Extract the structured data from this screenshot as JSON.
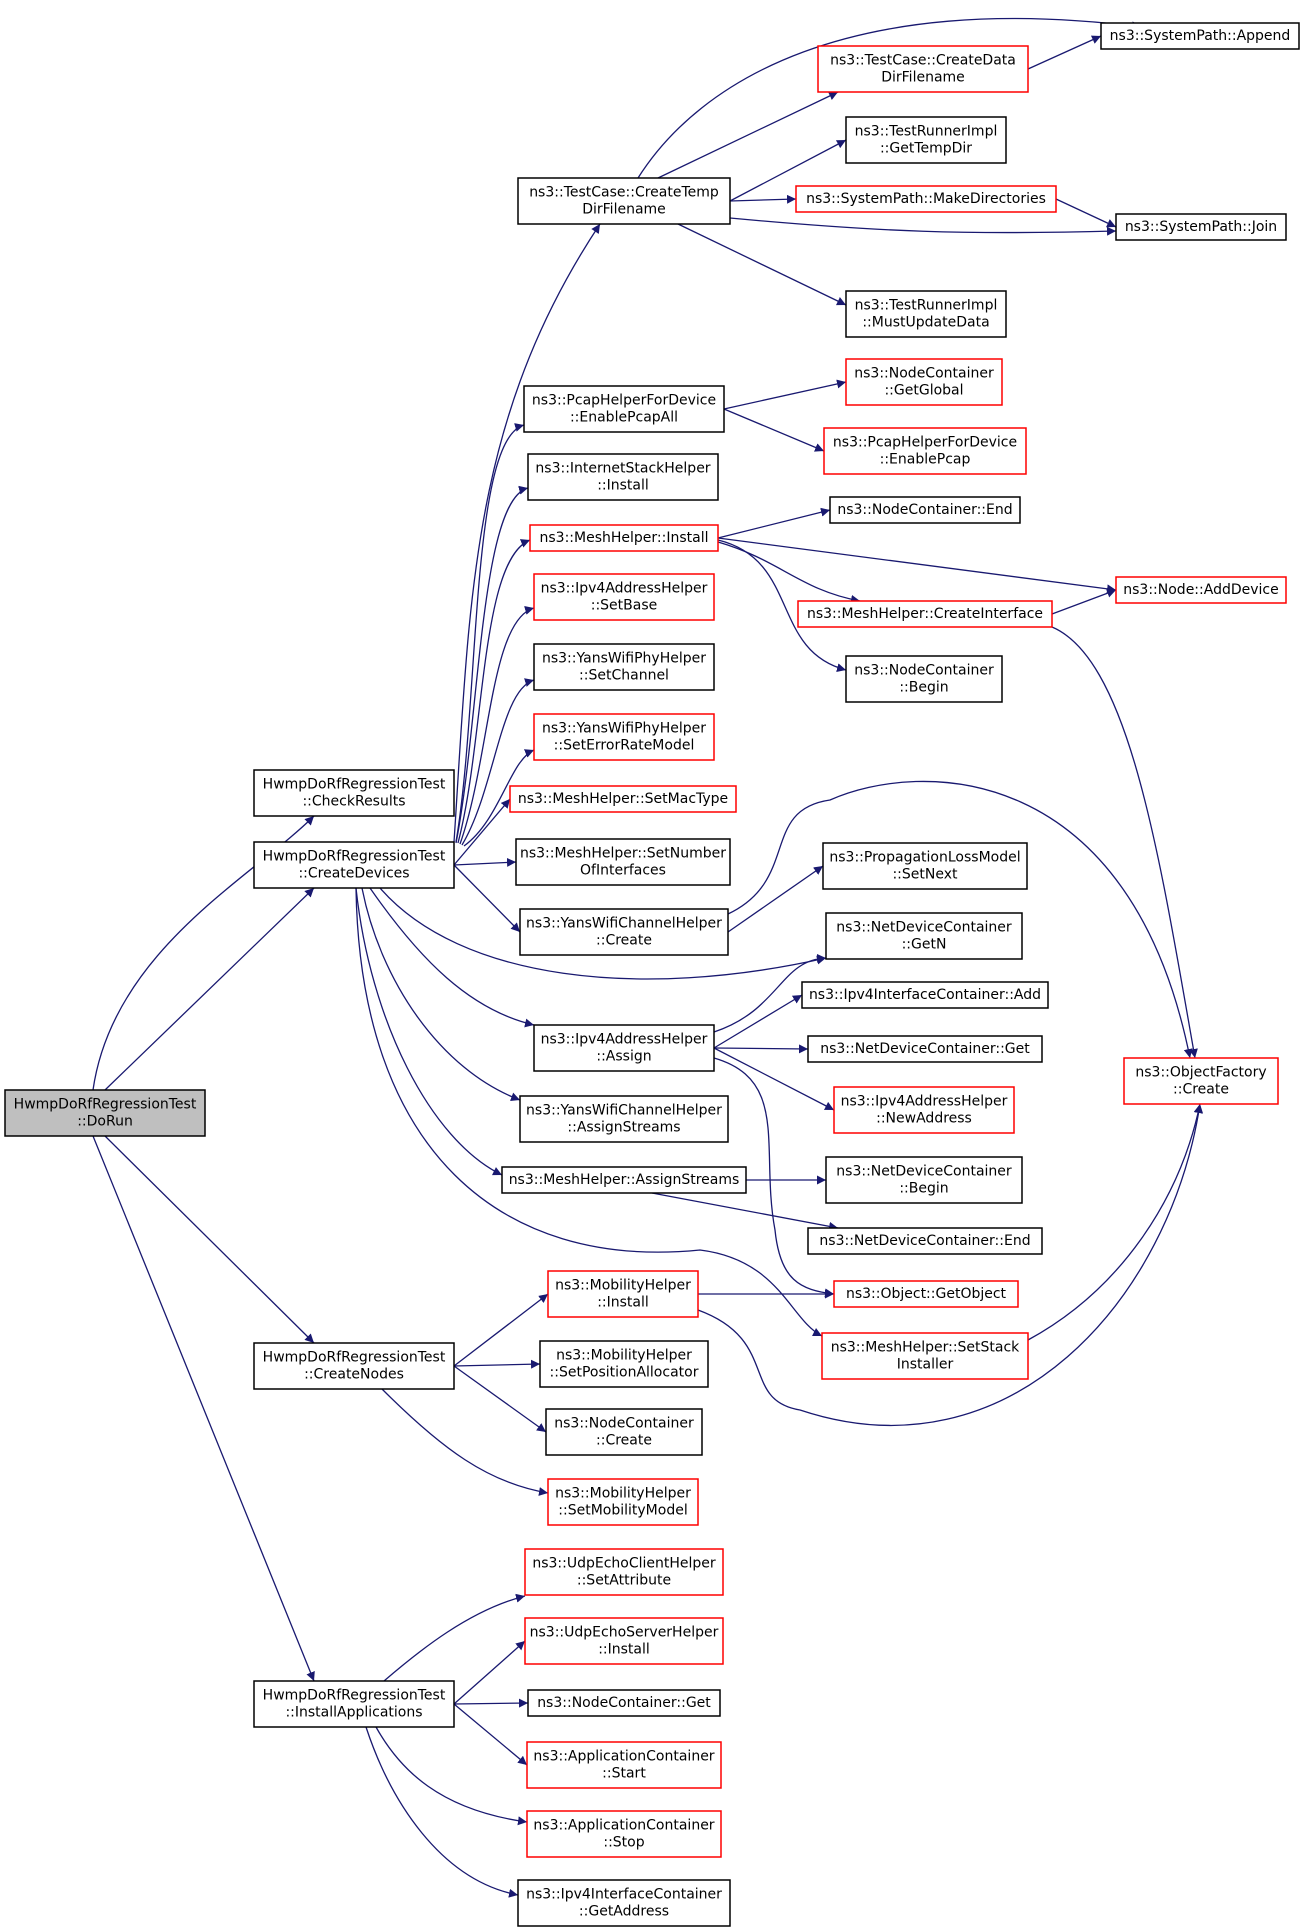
{
  "colors": {
    "edge": "#191970",
    "node_border": "#000000",
    "external_border": "#ff0000",
    "root_fill": "#bfbfbf"
  },
  "nodes": [
    {
      "id": "dorun",
      "lines": [
        "HwmpDoRfRegressionTest",
        "::DoRun"
      ],
      "style": "root"
    },
    {
      "id": "checkresults",
      "lines": [
        "HwmpDoRfRegressionTest",
        "::CheckResults"
      ],
      "style": "black"
    },
    {
      "id": "createdevices",
      "lines": [
        "HwmpDoRfRegressionTest",
        "::CreateDevices"
      ],
      "style": "black"
    },
    {
      "id": "createnodes",
      "lines": [
        "HwmpDoRfRegressionTest",
        "::CreateNodes"
      ],
      "style": "black"
    },
    {
      "id": "installapps",
      "lines": [
        "HwmpDoRfRegressionTest",
        "::InstallApplications"
      ],
      "style": "black"
    },
    {
      "id": "createtempdir",
      "lines": [
        "ns3::TestCase::CreateTemp",
        "DirFilename"
      ],
      "style": "black"
    },
    {
      "id": "enablepcapall",
      "lines": [
        "ns3::PcapHelperForDevice",
        "::EnablePcapAll"
      ],
      "style": "black"
    },
    {
      "id": "inetinstall",
      "lines": [
        "ns3::InternetStackHelper",
        "::Install"
      ],
      "style": "black"
    },
    {
      "id": "meshinstall",
      "lines": [
        "ns3::MeshHelper::Install"
      ],
      "style": "red"
    },
    {
      "id": "setbase",
      "lines": [
        "ns3::Ipv4AddressHelper",
        "::SetBase"
      ],
      "style": "red"
    },
    {
      "id": "setchannel",
      "lines": [
        "ns3::YansWifiPhyHelper",
        "::SetChannel"
      ],
      "style": "black"
    },
    {
      "id": "seterrorrate",
      "lines": [
        "ns3::YansWifiPhyHelper",
        "::SetErrorRateModel"
      ],
      "style": "red"
    },
    {
      "id": "setmactype",
      "lines": [
        "ns3::MeshHelper::SetMacType"
      ],
      "style": "red"
    },
    {
      "id": "setnumberof",
      "lines": [
        "ns3::MeshHelper::SetNumber",
        "OfInterfaces"
      ],
      "style": "black"
    },
    {
      "id": "ywchcreate",
      "lines": [
        "ns3::YansWifiChannelHelper",
        "::Create"
      ],
      "style": "black"
    },
    {
      "id": "ipv4assign",
      "lines": [
        "ns3::Ipv4AddressHelper",
        "::Assign"
      ],
      "style": "black"
    },
    {
      "id": "ywchassign",
      "lines": [
        "ns3::YansWifiChannelHelper",
        "::AssignStreams"
      ],
      "style": "black"
    },
    {
      "id": "meshassign",
      "lines": [
        "ns3::MeshHelper::AssignStreams"
      ],
      "style": "black"
    },
    {
      "id": "createdatadir",
      "lines": [
        "ns3::TestCase::CreateData",
        "DirFilename"
      ],
      "style": "red"
    },
    {
      "id": "gettempdir",
      "lines": [
        "ns3::TestRunnerImpl",
        "::GetTempDir"
      ],
      "style": "black"
    },
    {
      "id": "makedirs",
      "lines": [
        "ns3::SystemPath::MakeDirectories"
      ],
      "style": "red"
    },
    {
      "id": "mustupdate",
      "lines": [
        "ns3::TestRunnerImpl",
        "::MustUpdateData"
      ],
      "style": "black"
    },
    {
      "id": "append",
      "lines": [
        "ns3::SystemPath::Append"
      ],
      "style": "black"
    },
    {
      "id": "join",
      "lines": [
        "ns3::SystemPath::Join"
      ],
      "style": "black"
    },
    {
      "id": "getglobal",
      "lines": [
        "ns3::NodeContainer",
        "::GetGlobal"
      ],
      "style": "red"
    },
    {
      "id": "enablepcap",
      "lines": [
        "ns3::PcapHelperForDevice",
        "::EnablePcap"
      ],
      "style": "red"
    },
    {
      "id": "ncend",
      "lines": [
        "ns3::NodeContainer::End"
      ],
      "style": "black"
    },
    {
      "id": "createiface",
      "lines": [
        "ns3::MeshHelper::CreateInterface"
      ],
      "style": "red"
    },
    {
      "id": "ncbegin",
      "lines": [
        "ns3::NodeContainer",
        "::Begin"
      ],
      "style": "black"
    },
    {
      "id": "adddevice",
      "lines": [
        "ns3::Node::AddDevice"
      ],
      "style": "red"
    },
    {
      "id": "setnext",
      "lines": [
        "ns3::PropagationLossModel",
        "::SetNext"
      ],
      "style": "black"
    },
    {
      "id": "ndcgetn",
      "lines": [
        "ns3::NetDeviceContainer",
        "::GetN"
      ],
      "style": "black"
    },
    {
      "id": "ipv4icadd",
      "lines": [
        "ns3::Ipv4InterfaceContainer::Add"
      ],
      "style": "black"
    },
    {
      "id": "ndcget",
      "lines": [
        "ns3::NetDeviceContainer::Get"
      ],
      "style": "black"
    },
    {
      "id": "newaddress",
      "lines": [
        "ns3::Ipv4AddressHelper",
        "::NewAddress"
      ],
      "style": "red"
    },
    {
      "id": "ndcbegin",
      "lines": [
        "ns3::NetDeviceContainer",
        "::Begin"
      ],
      "style": "black"
    },
    {
      "id": "ndcend",
      "lines": [
        "ns3::NetDeviceContainer::End"
      ],
      "style": "black"
    },
    {
      "id": "getobject",
      "lines": [
        "ns3::Object::GetObject"
      ],
      "style": "red"
    },
    {
      "id": "setstack",
      "lines": [
        "ns3::MeshHelper::SetStack",
        "Installer"
      ],
      "style": "red"
    },
    {
      "id": "objfactory",
      "lines": [
        "ns3::ObjectFactory",
        "::Create"
      ],
      "style": "red"
    },
    {
      "id": "mobinstall",
      "lines": [
        "ns3::MobilityHelper",
        "::Install"
      ],
      "style": "red"
    },
    {
      "id": "setposalloc",
      "lines": [
        "ns3::MobilityHelper",
        "::SetPositionAllocator"
      ],
      "style": "black"
    },
    {
      "id": "nccreate",
      "lines": [
        "ns3::NodeContainer",
        "::Create"
      ],
      "style": "black"
    },
    {
      "id": "setmobmodel",
      "lines": [
        "ns3::MobilityHelper",
        "::SetMobilityModel"
      ],
      "style": "red"
    },
    {
      "id": "udpsetattr",
      "lines": [
        "ns3::UdpEchoClientHelper",
        "::SetAttribute"
      ],
      "style": "red"
    },
    {
      "id": "udpserverinstall",
      "lines": [
        "ns3::UdpEchoServerHelper",
        "::Install"
      ],
      "style": "red"
    },
    {
      "id": "ncget",
      "lines": [
        "ns3::NodeContainer::Get"
      ],
      "style": "black"
    },
    {
      "id": "appstart",
      "lines": [
        "ns3::ApplicationContainer",
        "::Start"
      ],
      "style": "red"
    },
    {
      "id": "appstop",
      "lines": [
        "ns3::ApplicationContainer",
        "::Stop"
      ],
      "style": "red"
    },
    {
      "id": "getaddress",
      "lines": [
        "ns3::Ipv4InterfaceContainer",
        "::GetAddress"
      ],
      "style": "black"
    }
  ],
  "edges": [
    [
      "dorun",
      "checkresults"
    ],
    [
      "dorun",
      "createdevices"
    ],
    [
      "dorun",
      "createnodes"
    ],
    [
      "dorun",
      "installapps"
    ],
    [
      "createdevices",
      "createtempdir"
    ],
    [
      "createdevices",
      "enablepcapall"
    ],
    [
      "createdevices",
      "inetinstall"
    ],
    [
      "createdevices",
      "meshinstall"
    ],
    [
      "createdevices",
      "setbase"
    ],
    [
      "createdevices",
      "setchannel"
    ],
    [
      "createdevices",
      "seterrorrate"
    ],
    [
      "createdevices",
      "setmactype"
    ],
    [
      "createdevices",
      "setnumberof"
    ],
    [
      "createdevices",
      "ywchcreate"
    ],
    [
      "createdevices",
      "ndcgetn"
    ],
    [
      "createdevices",
      "ipv4assign"
    ],
    [
      "createdevices",
      "ywchassign"
    ],
    [
      "createdevices",
      "meshassign"
    ],
    [
      "createdevices",
      "setstack"
    ],
    [
      "createtempdir",
      "append"
    ],
    [
      "createtempdir",
      "createdatadir"
    ],
    [
      "createtempdir",
      "gettempdir"
    ],
    [
      "createtempdir",
      "makedirs"
    ],
    [
      "createtempdir",
      "join"
    ],
    [
      "createtempdir",
      "mustupdate"
    ],
    [
      "createdatadir",
      "append"
    ],
    [
      "makedirs",
      "join"
    ],
    [
      "enablepcapall",
      "getglobal"
    ],
    [
      "enablepcapall",
      "enablepcap"
    ],
    [
      "meshinstall",
      "ncend"
    ],
    [
      "meshinstall",
      "adddevice"
    ],
    [
      "meshinstall",
      "createiface"
    ],
    [
      "meshinstall",
      "ncbegin"
    ],
    [
      "createiface",
      "adddevice"
    ],
    [
      "createiface",
      "objfactory"
    ],
    [
      "ywchcreate",
      "setnext"
    ],
    [
      "ywchcreate",
      "objfactory"
    ],
    [
      "ipv4assign",
      "ndcgetn"
    ],
    [
      "ipv4assign",
      "ipv4icadd"
    ],
    [
      "ipv4assign",
      "ndcget"
    ],
    [
      "ipv4assign",
      "newaddress"
    ],
    [
      "ipv4assign",
      "getobject"
    ],
    [
      "meshassign",
      "ndcbegin"
    ],
    [
      "meshassign",
      "ndcend"
    ],
    [
      "setstack",
      "objfactory"
    ],
    [
      "createnodes",
      "mobinstall"
    ],
    [
      "createnodes",
      "setposalloc"
    ],
    [
      "createnodes",
      "nccreate"
    ],
    [
      "createnodes",
      "setmobmodel"
    ],
    [
      "mobinstall",
      "getobject"
    ],
    [
      "mobinstall",
      "objfactory"
    ],
    [
      "installapps",
      "udpsetattr"
    ],
    [
      "installapps",
      "udpserverinstall"
    ],
    [
      "installapps",
      "ncget"
    ],
    [
      "installapps",
      "appstart"
    ],
    [
      "installapps",
      "appstop"
    ],
    [
      "installapps",
      "getaddress"
    ]
  ]
}
